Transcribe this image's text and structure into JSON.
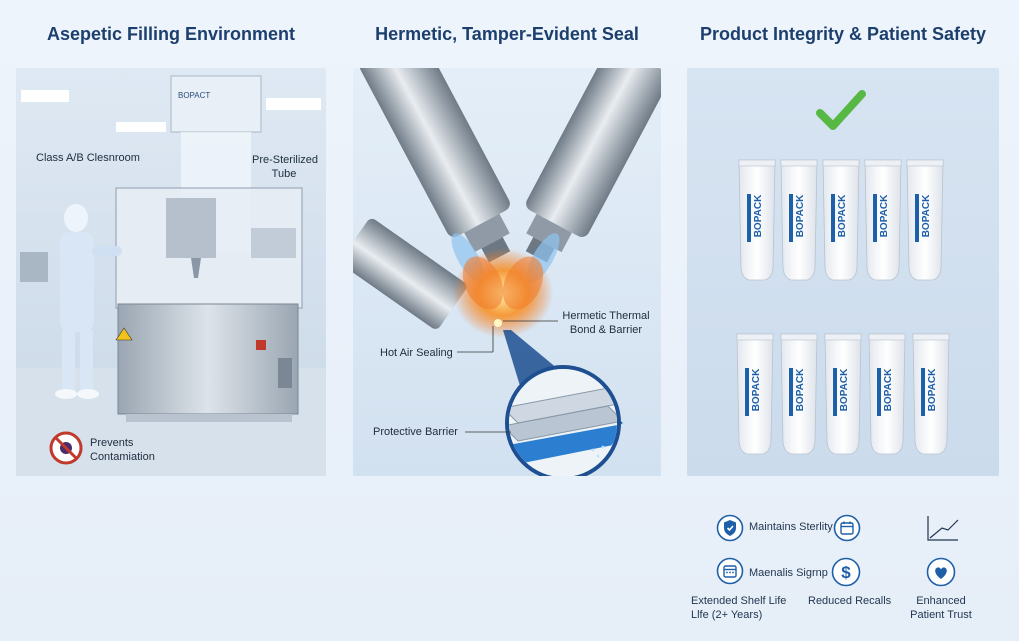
{
  "sections": [
    {
      "title": "Asepetic Filling Environment",
      "labels": {
        "cleanroom": "Class A/B Clesnroom",
        "tube_line1": "Pre-Sterilized",
        "tube_line2": "Tube",
        "machine_badge": "BOPACT",
        "prevents_line1": "Prevents",
        "prevents_line2": "Contamiation"
      }
    },
    {
      "title": "Hermetic, Tamper-Evident Seal",
      "labels": {
        "bond_line1": "Hermetic Thermal",
        "bond_line2": "Bond & Barrier",
        "hot_air": "Hot Air Sealing",
        "barrier": "Protective Barrier"
      }
    },
    {
      "title": "Product Integrity & Patient Safety",
      "tube_brand": "BOPACK"
    }
  ],
  "benefits": [
    {
      "label": "Maintains Sterlity",
      "icon": "shield-icon"
    },
    {
      "label": "",
      "icon": "calendar-icon"
    },
    {
      "label": "",
      "icon": "chart-line-icon"
    },
    {
      "label": "Maenalis Sigrnp",
      "icon": "calendar-icon"
    },
    {
      "label": "",
      "icon": "dollar-icon"
    },
    {
      "label": "",
      "icon": "heart-icon"
    }
  ],
  "benefit_captions": {
    "shelf_line1": "Extended Shelf Life",
    "shelf_line2": "Llfe (2+ Years)",
    "recalls": "Reduced Recalls",
    "trust_line1": "Enhanced",
    "trust_line2": "Patient Trust"
  },
  "colors": {
    "heading": "#1c3f6e",
    "accent_blue": "#1d5fa8",
    "check_green": "#58b844",
    "flame_orange": "#f07a2a",
    "warning_red": "#c0392b"
  }
}
